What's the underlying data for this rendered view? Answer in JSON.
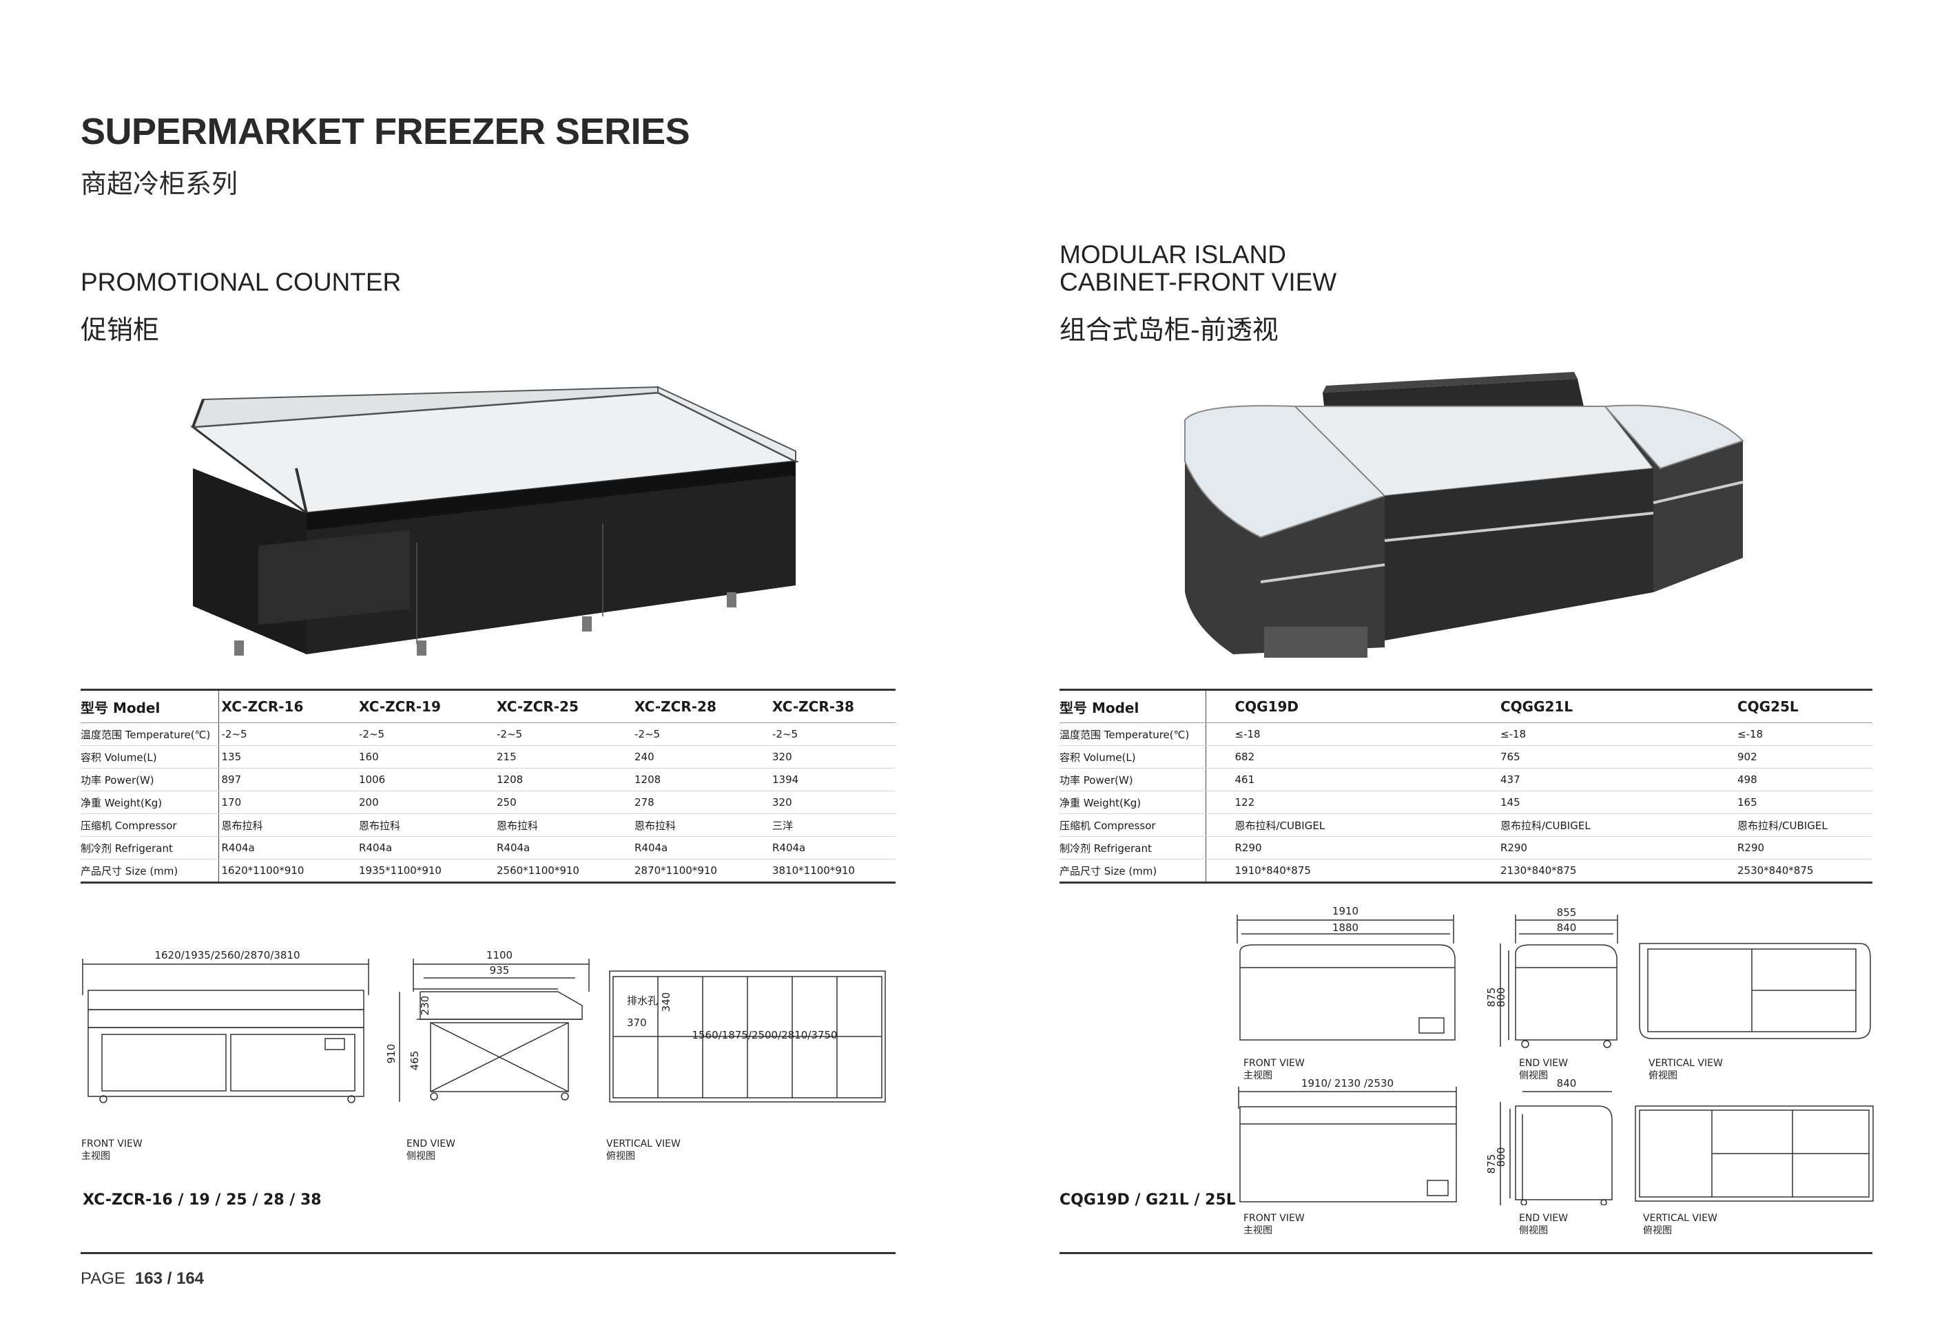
{
  "header": {
    "title_en": "SUPERMARKET FREEZER SERIES",
    "title_cn": "商超冷柜系列"
  },
  "left": {
    "section_en": "PROMOTIONAL COUNTER",
    "section_cn": "促销柜",
    "table": {
      "header": [
        "型号 Model",
        "XC-ZCR-16",
        "XC-ZCR-19",
        "XC-ZCR-25",
        "XC-ZCR-28",
        "XC-ZCR-38"
      ],
      "rows": [
        [
          "温度范围 Temperature(℃)",
          "-2~5",
          "-2~5",
          "-2~5",
          "-2~5",
          "-2~5"
        ],
        [
          "容积 Volume(L)",
          "135",
          "160",
          "215",
          "240",
          "320"
        ],
        [
          "功率 Power(W)",
          "897",
          "1006",
          "1208",
          "1208",
          "1394"
        ],
        [
          "净重 Weight(Kg)",
          "170",
          "200",
          "250",
          "278",
          "320"
        ],
        [
          "压缩机 Compressor",
          "恩布拉科",
          "恩布拉科",
          "恩布拉科",
          "恩布拉科",
          "三洋"
        ],
        [
          "制冷剂 Refrigerant",
          "R404a",
          "R404a",
          "R404a",
          "R404a",
          "R404a"
        ],
        [
          "产品尺寸 Size (mm)",
          "1620*1100*910",
          "1935*1100*910",
          "2560*1100*910",
          "2870*1100*910",
          "3810*1100*910"
        ]
      ]
    },
    "drawing": {
      "front_width": "1620/1935/2560/2870/3810",
      "end_depth": "1100",
      "end_inner": "935",
      "end_height": "910",
      "end_h1": "230",
      "end_h2": "465",
      "vert_length": "1560/1875/2500/2810/3750",
      "vert_a": "370",
      "vert_b": "340",
      "drain_label": "排水孔",
      "front_view_en": "FRONT VIEW",
      "front_view_cn": "主视图",
      "end_view_en": "END VIEW",
      "end_view_cn": "侧视图",
      "vertical_view_en": "VERTICAL VIEW",
      "vertical_view_cn": "俯视图"
    },
    "models_caption": "XC-ZCR-16 / 19 / 25 / 28 / 38"
  },
  "right": {
    "section_en_1": "MODULAR ISLAND",
    "section_en_2": "CABINET-FRONT  VIEW",
    "section_cn": "组合式岛柜-前透视",
    "table": {
      "header": [
        "型号 Model",
        "CQG19D",
        "CQGG21L",
        "CQG25L"
      ],
      "rows": [
        [
          "温度范围 Temperature(℃)",
          "≤-18",
          "≤-18",
          "≤-18"
        ],
        [
          "容积 Volume(L)",
          "682",
          "765",
          "902"
        ],
        [
          "功率 Power(W)",
          "461",
          "437",
          "498"
        ],
        [
          "净重 Weight(Kg)",
          "122",
          "145",
          "165"
        ],
        [
          "压缩机 Compressor",
          "恩布拉科/CUBIGEL",
          "恩布拉科/CUBIGEL",
          "恩布拉科/CUBIGEL"
        ],
        [
          "制冷剂 Refrigerant",
          "R290",
          "R290",
          "R290"
        ],
        [
          "产品尺寸 Size (mm)",
          "1910*840*875",
          "2130*840*875",
          "2530*840*875"
        ]
      ]
    },
    "drawing": {
      "top_outer": "1910",
      "top_inner": "1880",
      "end_outer": "855",
      "end_inner": "840",
      "end_h_outer": "875",
      "end_h_inner": "800",
      "bottom_width": "1910/  2130  /2530",
      "bottom_end_width": "840",
      "bottom_h_outer": "875",
      "bottom_h_inner": "800",
      "front_view_en": "FRONT VIEW",
      "front_view_cn": "主视图",
      "end_view_en": "END VIEW",
      "end_view_cn": "侧视图",
      "vertical_view_en": "VERTICAL VIEW",
      "vertical_view_cn": "俯视图"
    },
    "models_caption": "CQG19D / G21L / 25L"
  },
  "footer": {
    "page_label": "PAGE",
    "page_numbers": "163 / 164"
  }
}
